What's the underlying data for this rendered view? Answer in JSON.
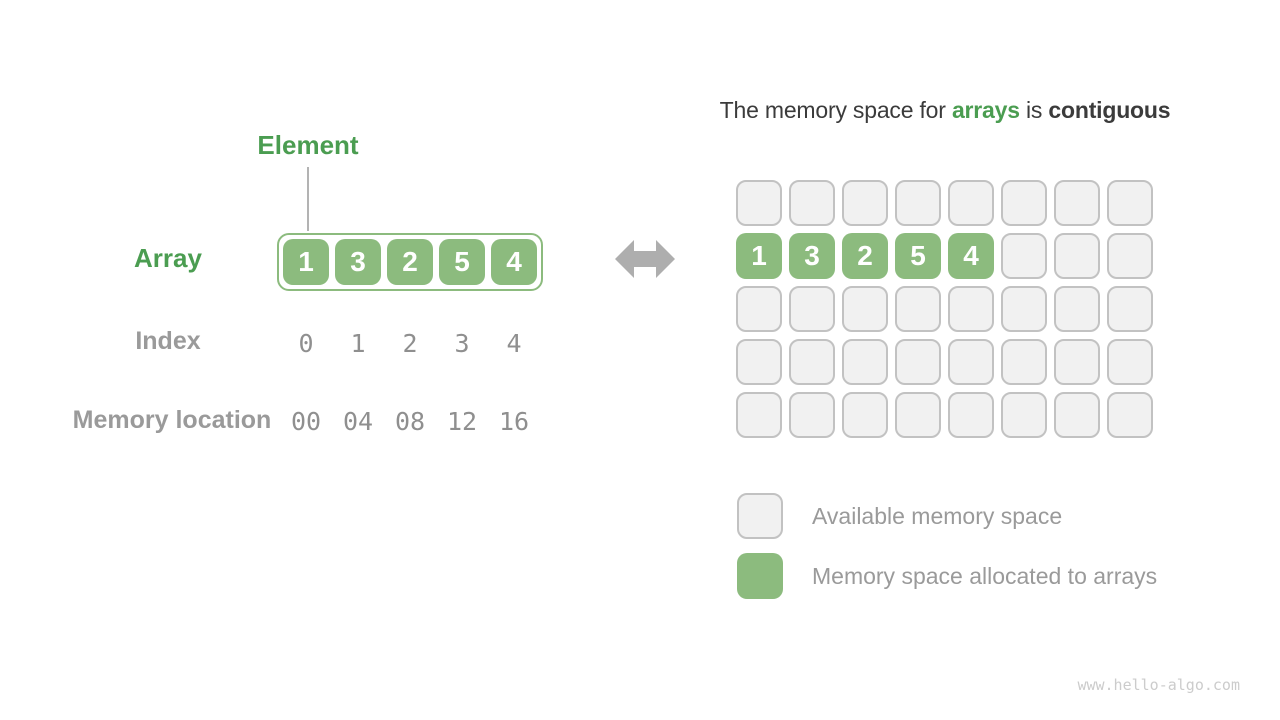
{
  "diagram": {
    "element_label": "Element",
    "array": {
      "label": "Array",
      "values": [
        "1",
        "3",
        "2",
        "5",
        "4"
      ]
    },
    "index": {
      "label": "Index",
      "values": [
        "0",
        "1",
        "2",
        "3",
        "4"
      ]
    },
    "memory_location": {
      "label": "Memory location",
      "values": [
        "00",
        "04",
        "08",
        "12",
        "16"
      ]
    }
  },
  "arrow_icon": "double-headed-horizontal-arrow",
  "memory_panel": {
    "title": {
      "text_before": "The memory space for ",
      "highlight": "arrays",
      "text_middle": " is ",
      "text_bold": "contiguous"
    },
    "grid": {
      "rows": 5,
      "cols": 8,
      "allocated_row": 1,
      "allocated_values": [
        "1",
        "3",
        "2",
        "5",
        "4"
      ]
    },
    "legend": [
      {
        "type": "available",
        "label": "Available memory space"
      },
      {
        "type": "allocated",
        "label": "Memory space allocated to arrays"
      }
    ]
  },
  "watermark": "www.hello-algo.com",
  "colors": {
    "green_fill": "#8CBB7E",
    "green_text": "#4B9D51",
    "dark_text": "#3B3B3B",
    "gray_text": "#9A9A9A",
    "number_gray": "#8F8F8F",
    "cell_fill": "#F1F1F1",
    "cell_border": "#C2C2C2",
    "arrow_gray": "#AEAEAE",
    "pointer_line": "#B3B3B3",
    "watermark_gray": "#CCCCCC"
  }
}
